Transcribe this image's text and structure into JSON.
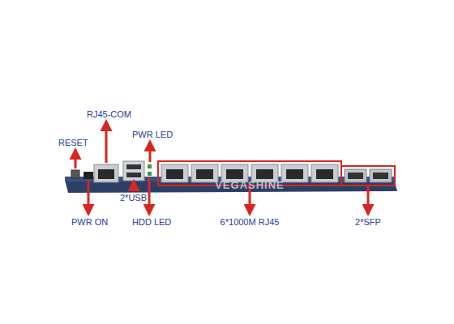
{
  "diagram": {
    "labels": [
      "RESET",
      "RJ45-COM",
      "PWR LED",
      "2*USB",
      "PWR ON",
      "HDD LED",
      "6*1000M RJ45",
      "2*SFP",
      "VEGASHINE"
    ]
  }
}
